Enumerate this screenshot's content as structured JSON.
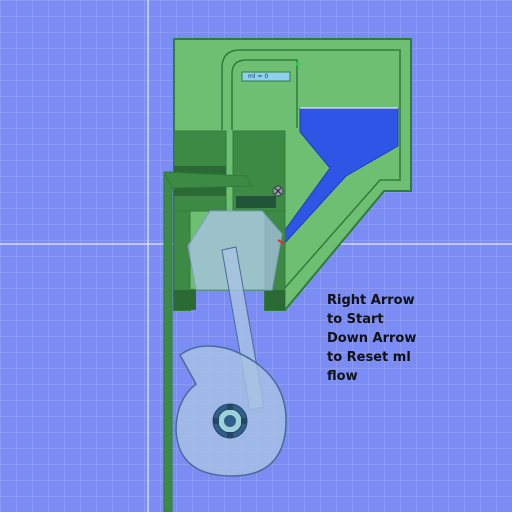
{
  "scene": {
    "background_color": "#7b8cf5",
    "grid_color": "#9aa8f8",
    "machine_green": "#6fbf73",
    "machine_dark_green": "#2e7d3a",
    "fluid_color": "#2f55e6",
    "transparent_blue": "#a9c3e4",
    "gizmo_color": "#ffffff"
  },
  "ml_indicator": {
    "label": "ml = 0"
  },
  "instructions": {
    "line1": "Right Arrow",
    "line2": "to Start",
    "line3": "Down Arrow",
    "line4": "to Reset ml",
    "line5": "flow"
  }
}
